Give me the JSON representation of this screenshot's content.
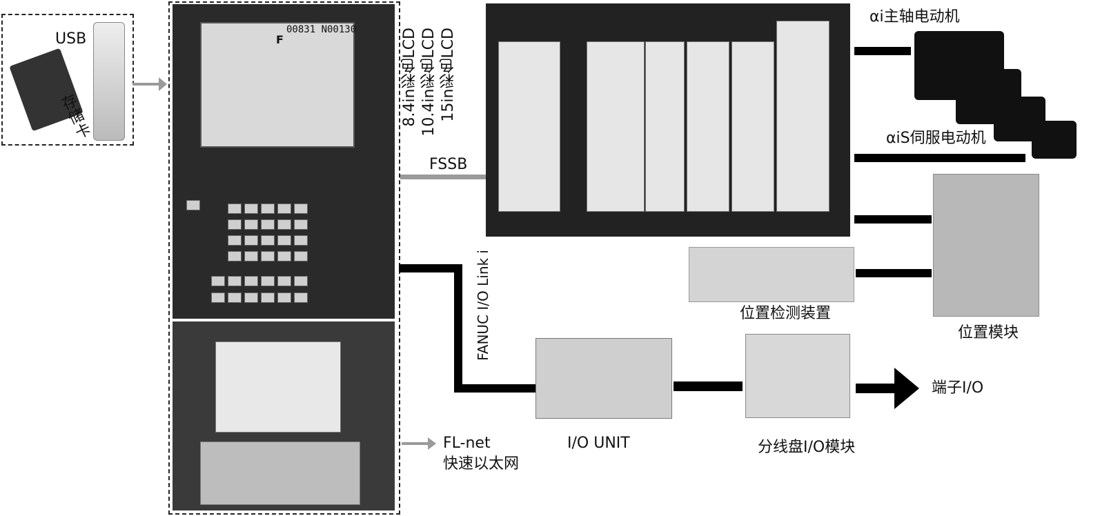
{
  "labels": {
    "usb": "USB",
    "memory_card": "存储卡",
    "lcd_sizes": [
      "8.4in彩色LCD",
      "10.4in彩色LCD",
      "15in彩色LCD"
    ],
    "fssb": "FSSB",
    "io_link": "FANUC I/O Link i",
    "fl_net": "FL-net",
    "fast_ethernet": "快速以太网",
    "spindle_motor": "αi主轴电动机",
    "servo_motor": "αiS伺服电动机",
    "position_detector": "位置检测装置",
    "position_module": "位置模块",
    "io_unit": "I/O UNIT",
    "distribution_io": "分线盘I/O模块",
    "terminal_io": "端子I/O"
  },
  "screen": {
    "header": "00831 N00130",
    "mode": "F"
  }
}
